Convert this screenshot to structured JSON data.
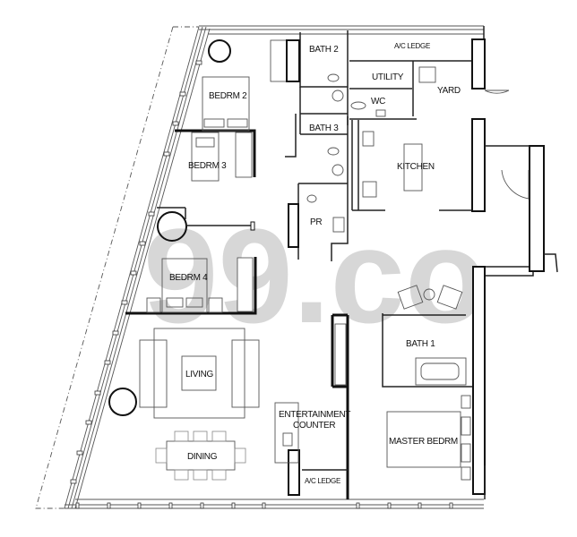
{
  "plan": {
    "type": "residential floor plan",
    "rooms": {
      "bedrm2": "BEDRM 2",
      "bedrm3": "BEDRM 3",
      "bedrm4": "BEDRM 4",
      "bath2": "BATH 2",
      "bath3": "BATH 3",
      "bath1": "BATH 1",
      "utility": "UTILITY",
      "wc": "WC",
      "yard": "YARD",
      "ac_ledge_top": "A/C LEDGE",
      "kitchen": "KITCHEN",
      "pr": "PR",
      "living": "LIVING",
      "dining": "DINING",
      "entertainment_line1": "ENTERTAINMENT",
      "entertainment_line2": "COUNTER",
      "ac_ledge_bottom": "A/C LEDGE",
      "master_bedrm": "MASTER BEDRM"
    },
    "watermark": "99.co",
    "colors": {
      "wall": "#111111",
      "watermark": "#b8b8b8",
      "background": "#ffffff"
    }
  }
}
